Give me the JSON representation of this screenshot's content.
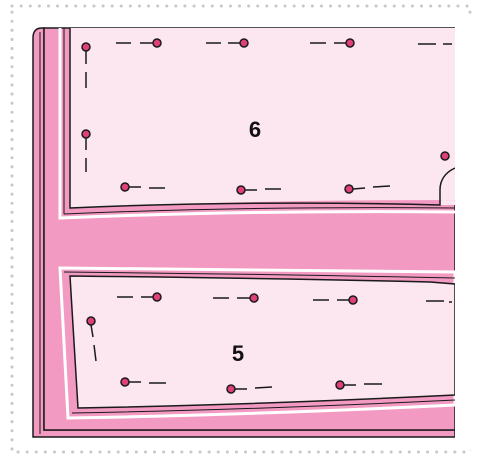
{
  "colors": {
    "fabric": "#f29ac2",
    "fabric_edge": "#1a1a1a",
    "pattern_paper": "#fce6ef",
    "pin_head": "#e0407a",
    "border_dots": "#c8c8c8",
    "background": "#ffffff"
  },
  "pieces": [
    {
      "id": "upper",
      "label": "6"
    },
    {
      "id": "lower",
      "label": "5"
    }
  ]
}
